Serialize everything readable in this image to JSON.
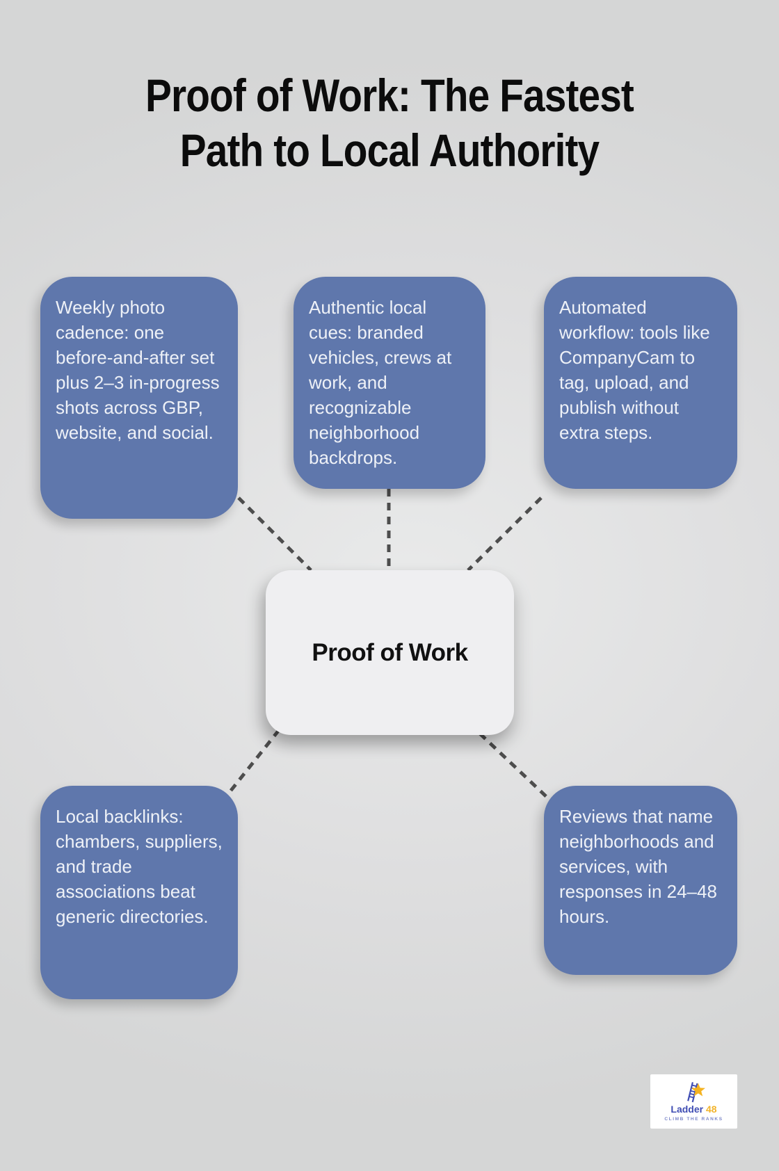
{
  "title": {
    "line1": "Proof of Work: The Fastest",
    "line2": "Path to Local Authority"
  },
  "center_node": {
    "label": "Proof of Work"
  },
  "nodes": [
    {
      "id": "top-left",
      "text": "Weekly photo cadence: one before-and-after set plus 2–3 in-progress shots across GBP, website, and social."
    },
    {
      "id": "top-middle",
      "text": "Authentic local cues: branded vehicles, crews at work, and recognizable neighborhood backdrops."
    },
    {
      "id": "top-right",
      "text": "Automated workflow: tools like CompanyCam to tag, upload, and publish without extra steps."
    },
    {
      "id": "bottom-left",
      "text": "Local backlinks: chambers, suppliers, and trade associations beat generic directories."
    },
    {
      "id": "bottom-right",
      "text": "Reviews that name neighborhoods and services, with responses in 24–48 hours."
    }
  ],
  "logo": {
    "brand_name": "Ladder",
    "brand_number": "48",
    "tagline": "CLIMB THE RANKS"
  },
  "colors": {
    "background": "#dededf",
    "node_fill": "#5f77ac",
    "node_text": "#eef1f7",
    "center_fill": "#efeff1",
    "title_text": "#0c0c0c",
    "connector": "#4d4d4d",
    "logo_indigo": "#3f4db3",
    "logo_gold": "#f2b32a"
  }
}
